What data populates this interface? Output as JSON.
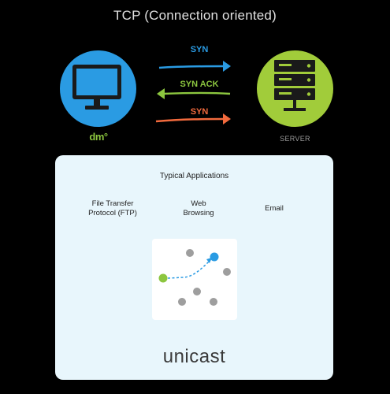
{
  "title": "TCP (Connection oriented)",
  "client": {
    "logo_text": "dm°",
    "icon": "monitor-icon",
    "color": "#2a9be3"
  },
  "server": {
    "label": "SERVER",
    "icon": "server-rack-icon",
    "color": "#a1cc3a"
  },
  "handshake": [
    {
      "label": "SYN",
      "direction": "client-to-server",
      "color": "#2a9be3"
    },
    {
      "label": "SYN ACK",
      "direction": "server-to-client",
      "color": "#8cc63f"
    },
    {
      "label": "SYN",
      "direction": "client-to-server",
      "color": "#f26a3d"
    }
  ],
  "applications": {
    "heading": "Typical Applications",
    "items": [
      {
        "line1": "File Transfer",
        "line2": "Protocol (FTP)"
      },
      {
        "line1": "Web",
        "line2": "Browsing"
      },
      {
        "line1": "Email",
        "line2": ""
      }
    ]
  },
  "network": {
    "source_color": "#8cc63f",
    "target_color": "#2a9be3",
    "node_color": "#9e9e9e",
    "icon": "unicast-network-icon"
  },
  "mode": "unicast"
}
